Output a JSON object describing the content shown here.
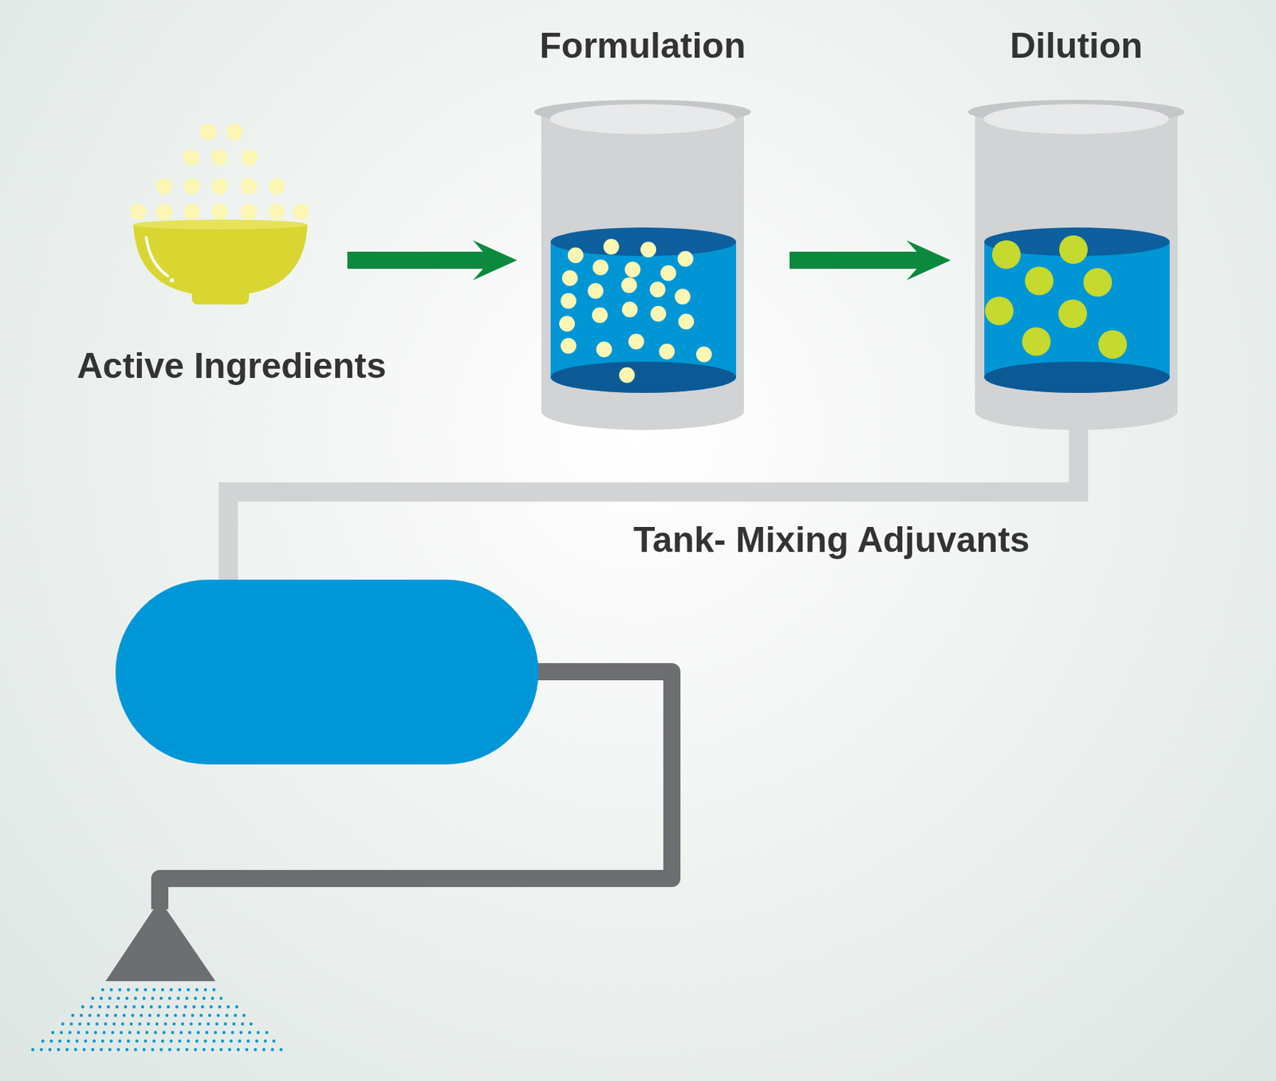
{
  "diagram": {
    "nodes": [
      {
        "text": [
          "Active Ingredients"
        ]
      },
      {
        "text": [
          "Formulation"
        ]
      },
      {
        "text": [
          "Dilution"
        ]
      }
    ],
    "edges": [
      {
        "from": 0,
        "to": 1,
        "arrow": "to"
      },
      {
        "from": 1,
        "to": 2,
        "arrow": "to"
      }
    ],
    "labels": [
      "Tank- Mixing Adjuvants"
    ]
  }
}
